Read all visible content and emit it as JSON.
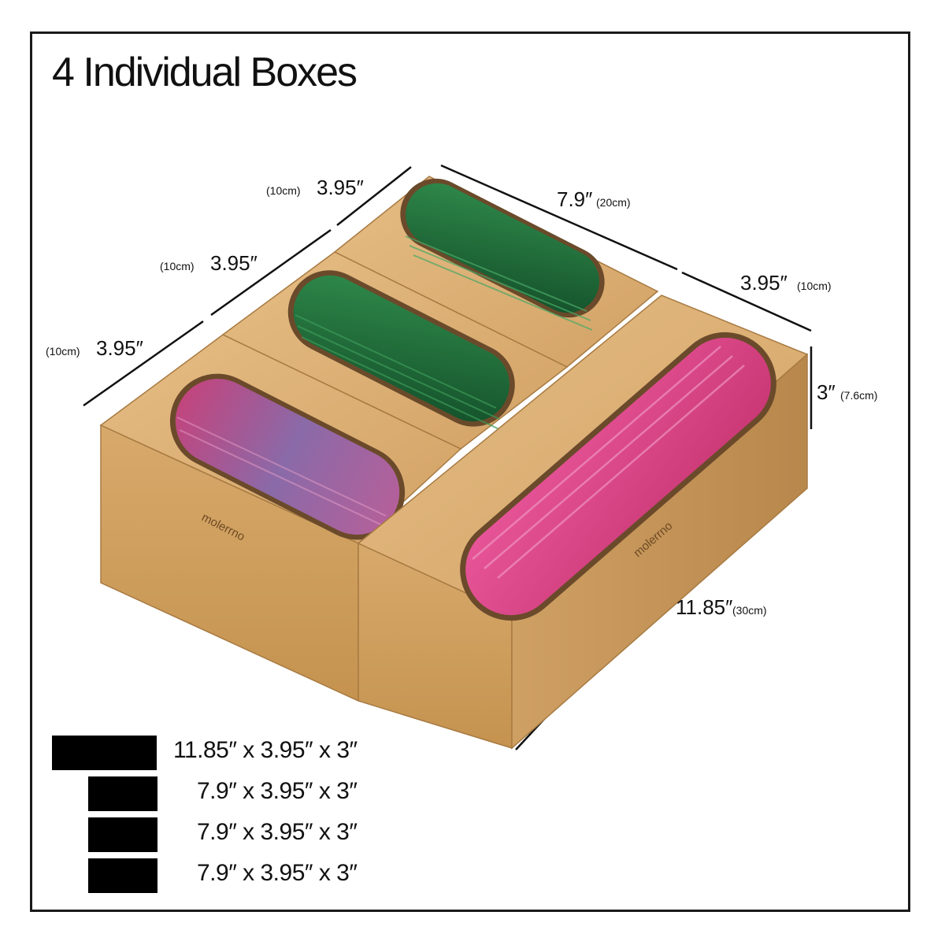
{
  "title": "4 Individual Boxes",
  "dimensions": {
    "top_left_1": {
      "cm": "(10cm)",
      "in": "3.95″"
    },
    "top_left_2": {
      "cm": "(10cm)",
      "in": "3.95″"
    },
    "top_left_3": {
      "cm": "(10cm)",
      "in": "3.95″"
    },
    "top_right_length": {
      "in": "7.9″",
      "cm": "(20cm)"
    },
    "right_width": {
      "in": "3.95″",
      "cm": "(10cm)"
    },
    "height": {
      "in": "3″",
      "cm": "(7.6cm)"
    },
    "long_length": {
      "in": "11.85″",
      "cm": "(30cm)"
    }
  },
  "brand": "molerrno",
  "legend": [
    {
      "label": "11.85″ x 3.95″ x 3″",
      "size": "large"
    },
    {
      "label": "7.9″ x 3.95″ x 3″",
      "size": "small"
    },
    {
      "label": "7.9″ x 3.95″ x 3″",
      "size": "small"
    },
    {
      "label": "7.9″ x 3.95″ x 3″",
      "size": "small"
    }
  ],
  "colors": {
    "bamboo": "#d9ad72",
    "bamboo_dark": "#b98a4f",
    "bag_pink": "#d9407f",
    "bag_green": "#1f6b3a",
    "frame": "#1a1a1a"
  }
}
